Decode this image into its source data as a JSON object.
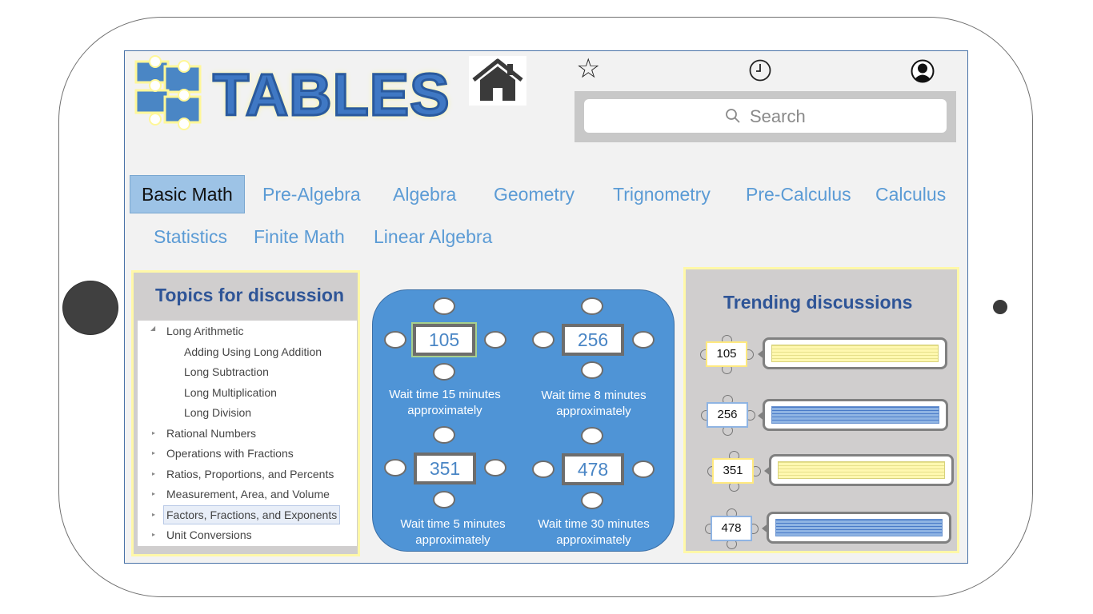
{
  "app": {
    "logo_text": "TABLES"
  },
  "search": {
    "placeholder": "Search"
  },
  "icons": {
    "home": "home-icon",
    "favorites": "star-icon",
    "history": "clock-icon",
    "profile": "user-icon",
    "search": "search-icon"
  },
  "colors": {
    "accent": "#5b9bd5",
    "title": "#2f5597",
    "panel": "#d0cece",
    "highlight": "#fff8a8",
    "table_area": "#4f94d6"
  },
  "tabs": [
    {
      "label": "Basic Math",
      "active": true
    },
    {
      "label": "Pre-Algebra"
    },
    {
      "label": "Algebra"
    },
    {
      "label": "Geometry"
    },
    {
      "label": "Trignometry"
    },
    {
      "label": "Pre-Calculus"
    },
    {
      "label": "Calculus"
    },
    {
      "label": "Statistics"
    },
    {
      "label": "Finite Math"
    },
    {
      "label": "Linear Algebra"
    }
  ],
  "topics": {
    "title": "Topics for discussion",
    "items": [
      {
        "label": "Long Arithmetic",
        "expanded": true
      },
      {
        "label": "Adding Using Long Addition"
      },
      {
        "label": "Long Subtraction"
      },
      {
        "label": "Long Multiplication"
      },
      {
        "label": "Long Division"
      },
      {
        "label": "Rational Numbers"
      },
      {
        "label": "Operations with Fractions"
      },
      {
        "label": "Ratios, Proportions, and Percents"
      },
      {
        "label": "Measurement, Area, and Volume"
      },
      {
        "label": "Factors, Fractions, and Exponents",
        "selected": true
      },
      {
        "label": "Unit Conversions"
      }
    ]
  },
  "tables": [
    {
      "number": "105",
      "wait_line1": "Wait time 15 minutes",
      "wait_line2": "approximately"
    },
    {
      "number": "256",
      "wait_line1": "Wait time 8 minutes",
      "wait_line2": "approximately"
    },
    {
      "number": "351",
      "wait_line1": "Wait time 5 minutes",
      "wait_line2": "approximately"
    },
    {
      "number": "478",
      "wait_line1": "Wait time 30 minutes",
      "wait_line2": "approximately"
    }
  ],
  "trending": {
    "title": "Trending discussions",
    "items": [
      {
        "number": "105",
        "color": "yellow"
      },
      {
        "number": "256",
        "color": "blue"
      },
      {
        "number": "351",
        "color": "yellow"
      },
      {
        "number": "478",
        "color": "blue"
      }
    ]
  }
}
